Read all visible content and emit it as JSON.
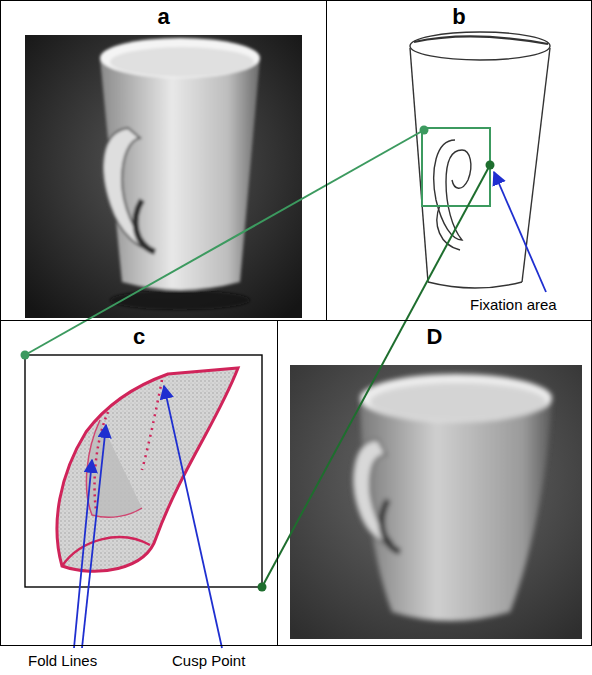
{
  "diagram": {
    "nodes": [
      {
        "text": [
          "a"
        ]
      },
      {
        "text": [
          "b"
        ]
      },
      {
        "text": [
          "c"
        ]
      },
      {
        "text": [
          "D"
        ]
      }
    ],
    "edges": [
      {
        "from": 1,
        "to": 2,
        "arrow": "none"
      },
      {
        "from": 1,
        "to": 2,
        "arrow": "none"
      }
    ],
    "labels": [
      "Fixation area",
      "Fold Lines",
      "Cusp Point"
    ]
  }
}
